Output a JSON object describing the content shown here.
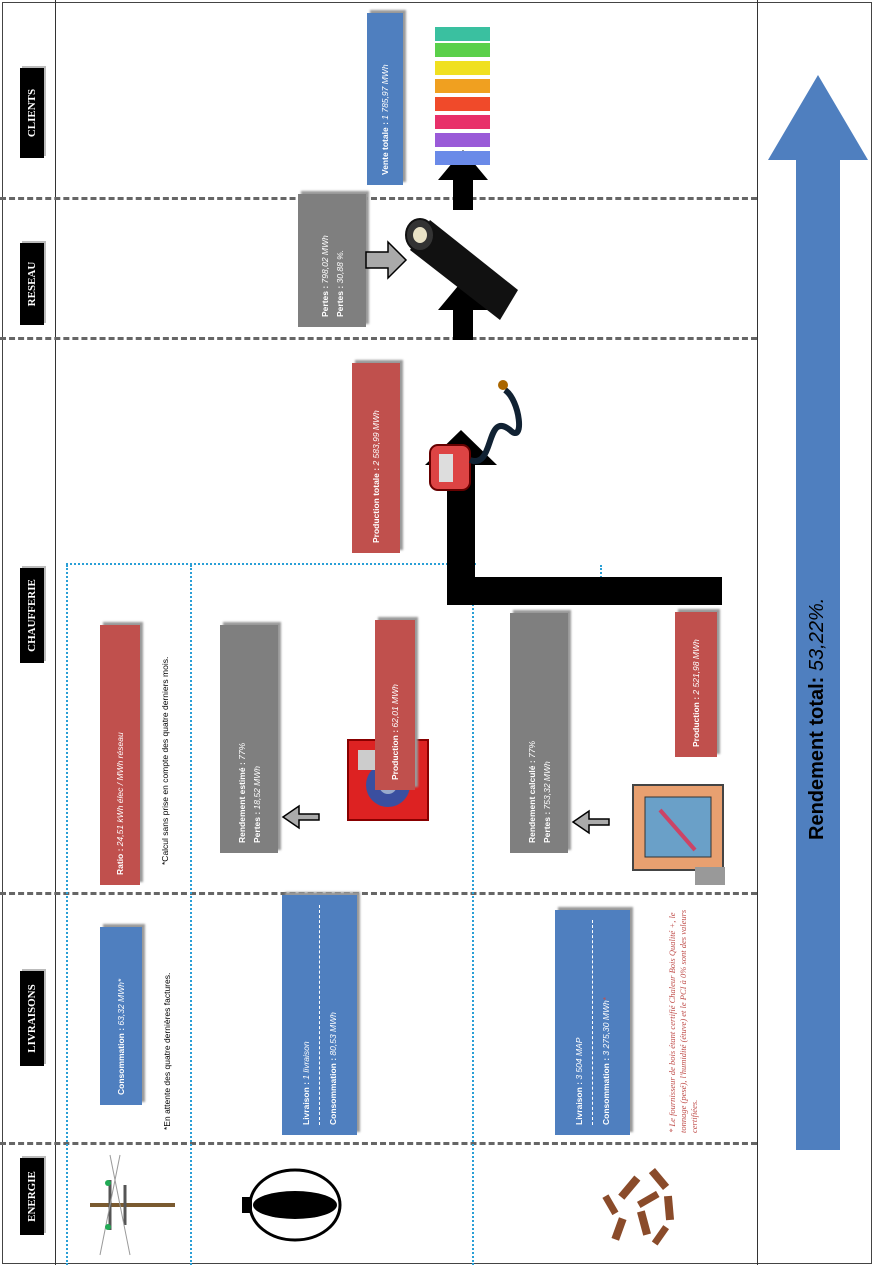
{
  "columns": {
    "energie": "ENERGIE",
    "livraisons": "LIVRAISONS",
    "chaufferie": "CHAUFFERIE",
    "reseau": "RESEAU",
    "clients": "CLIENTS"
  },
  "elec": {
    "conso_label": "Consommation : ",
    "conso_value": "63,32 MWh*",
    "note": "*En attente des quatre dernières factures.",
    "ratio_label": "Ratio : ",
    "ratio_value": "24,51 kWh élec / MWh réseau",
    "ratio_note": "*Calcul sans prise en compte des quatre derniers mois."
  },
  "fioul": {
    "livraison_label": "Livraison : ",
    "livraison_value": "1 livraison",
    "conso_label": "Consommation : ",
    "conso_value": "80,53 MWh",
    "rendement_label": "Rendement estimé : ",
    "rendement_value": "77%",
    "pertes_label": "Pertes : ",
    "pertes_value": "18,52 MWh",
    "production_label": "Production : ",
    "production_value": "62,01 MWh"
  },
  "bois": {
    "livraison_label": "Livraison : ",
    "livraison_value": "3 504 MAP",
    "conso_label": "Consommation : ",
    "conso_value": "3 275,30 MWh",
    "conso_star": "*",
    "rendement_label": "Rendement calculé : ",
    "rendement_value": "77%",
    "pertes_label": "Pertes : ",
    "pertes_value": "753,32 MWh",
    "production_label": "Production : ",
    "production_value": "2 521,98 MWh",
    "footnote": "* Le fournisseur de bois étant certifié Chaleur Bois Qualité +, le tonnage (pesé), l'humidité (étuve) et le PCI à 0% sont des valeurs certifiées."
  },
  "production_totale": {
    "label": "Production totale : ",
    "value": "2 583,99 MWh"
  },
  "reseau": {
    "pertes1_label": "Pertes : ",
    "pertes1_value": "798,02 MWh",
    "pertes2_label": "Pertes : ",
    "pertes2_value": "30,88 %."
  },
  "clients": {
    "vente_label": "Vente totale : ",
    "vente_value": "1 785,97 MWh"
  },
  "rendement_total": {
    "label": "Rendement total: ",
    "value": "53,22%."
  },
  "colors": {
    "blue": "#4f7fbf",
    "red": "#c0504d",
    "grey": "#7f7f7f",
    "arrow_blue": "#4f7fbf",
    "dotted": "#2a9fd6"
  }
}
